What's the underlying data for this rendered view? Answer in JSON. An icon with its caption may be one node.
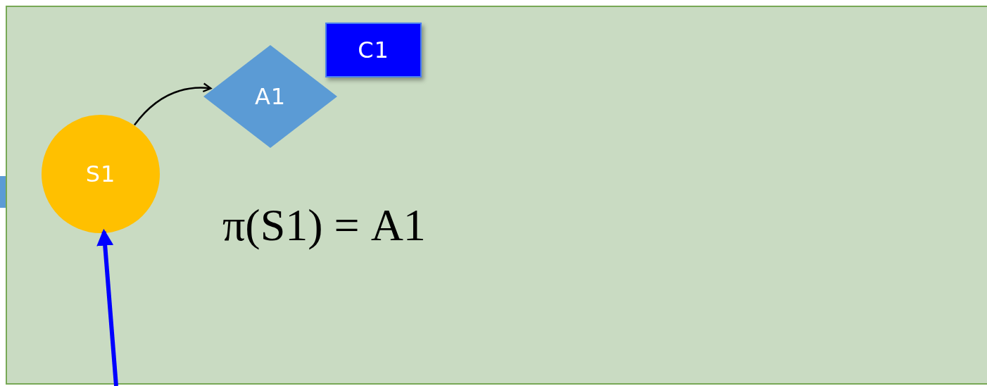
{
  "diagram": {
    "nodes": [
      {
        "text": [],
        "shape": "box"
      },
      {
        "text": [
          "S1"
        ],
        "in": 0
      },
      {
        "text": [
          "A1"
        ],
        "in": 0
      },
      {
        "text": [
          "C1"
        ],
        "in": 0
      }
    ],
    "edges": [
      {
        "from": 1,
        "to": 2,
        "arrow": "to"
      },
      {
        "from": null,
        "to": 1,
        "arrow": "to",
        "style": "thick",
        "color": "#0000ff"
      }
    ],
    "labels": [
      "π(S1) = A1"
    ]
  }
}
